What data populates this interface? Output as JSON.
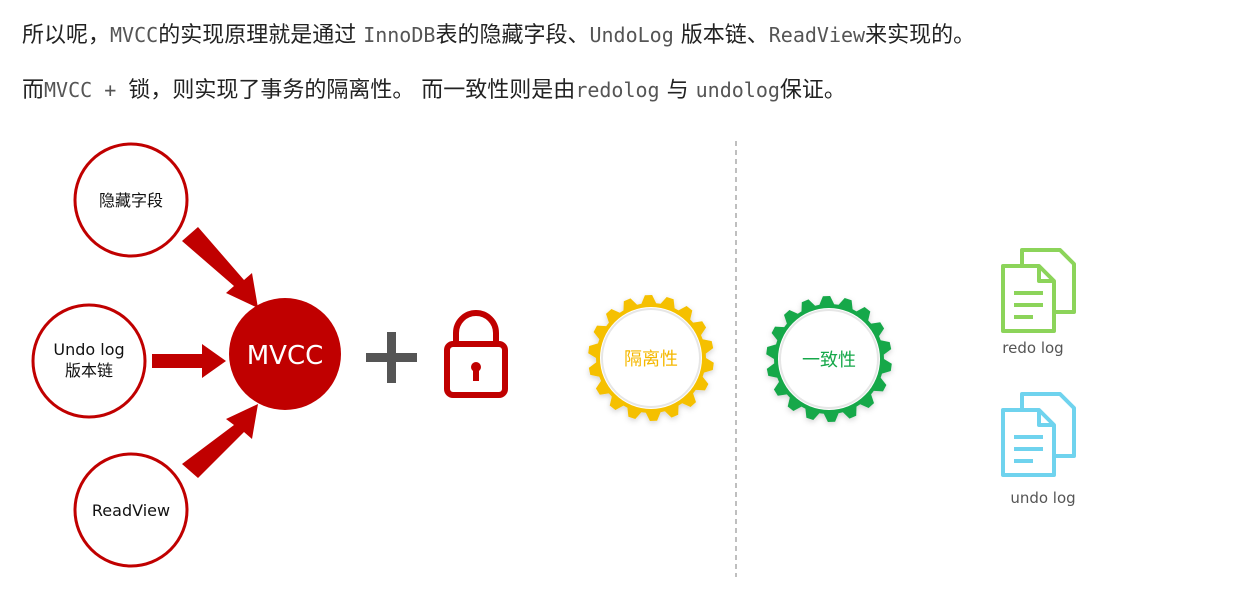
{
  "intro": {
    "line1": {
      "p1": "所以呢，",
      "m1": "MVCC",
      "p2": "的实现原理就是通过 ",
      "m2": "InnoDB",
      "p3": "表的隐藏字段、",
      "m3": "UndoLog",
      "p4": " 版本链、",
      "m4": "ReadView",
      "p5": "来实现的。"
    },
    "line2": {
      "p1": "而",
      "m1": "MVCC + ",
      "p2": "锁，则实现了事务的隔离性。  而一致性则是由",
      "m2": "redolog",
      "p3": " 与 ",
      "m3": "undolog",
      "p4": "保证。"
    }
  },
  "diagram": {
    "hidden_fields": "隐藏字段",
    "undo_log_line1": "Undo log",
    "undo_log_line2": "版本链",
    "readview": "ReadView",
    "mvcc": "MVCC",
    "isolation": "隔离性",
    "consistency": "一致性",
    "redo_log": "redo log",
    "undo_log": "undo log"
  },
  "colors": {
    "red": "#c00000",
    "gray": "#555555",
    "isolation_gear": "#f5c000",
    "consistency_gear": "#16a84a",
    "redo_doc": "#8cd45a",
    "undo_doc": "#6fd3ee"
  },
  "icons": [
    "lock-icon",
    "gear-icon",
    "document-icon"
  ]
}
